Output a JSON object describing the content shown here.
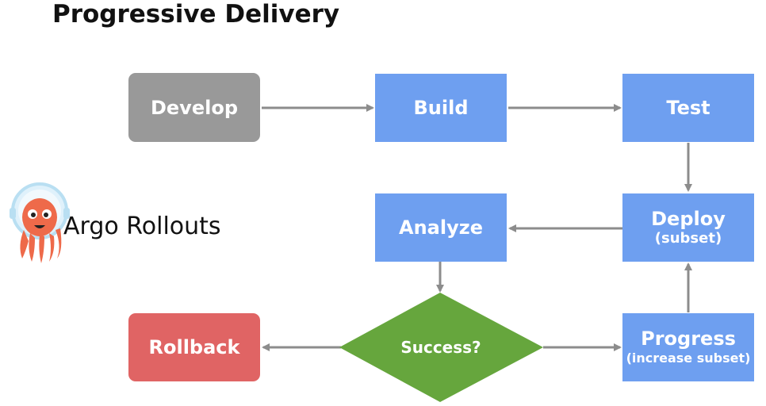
{
  "title": "Progressive Delivery",
  "brand": "Argo Rollouts",
  "steps": {
    "develop": "Develop",
    "build": "Build",
    "test": "Test",
    "deploy": "Deploy",
    "deploy_sub": "(subset)",
    "analyze": "Analyze",
    "success": "Success?",
    "rollback": "Rollback",
    "progress": "Progress",
    "progress_sub": "(increase subset)"
  },
  "colors": {
    "gray": "#999999",
    "blue": "#6e9ff0",
    "green": "#66a63d",
    "red": "#e06464",
    "arrow": "#8c8c8c"
  },
  "icons": {
    "logo": "argo-octopus-logo-icon"
  }
}
